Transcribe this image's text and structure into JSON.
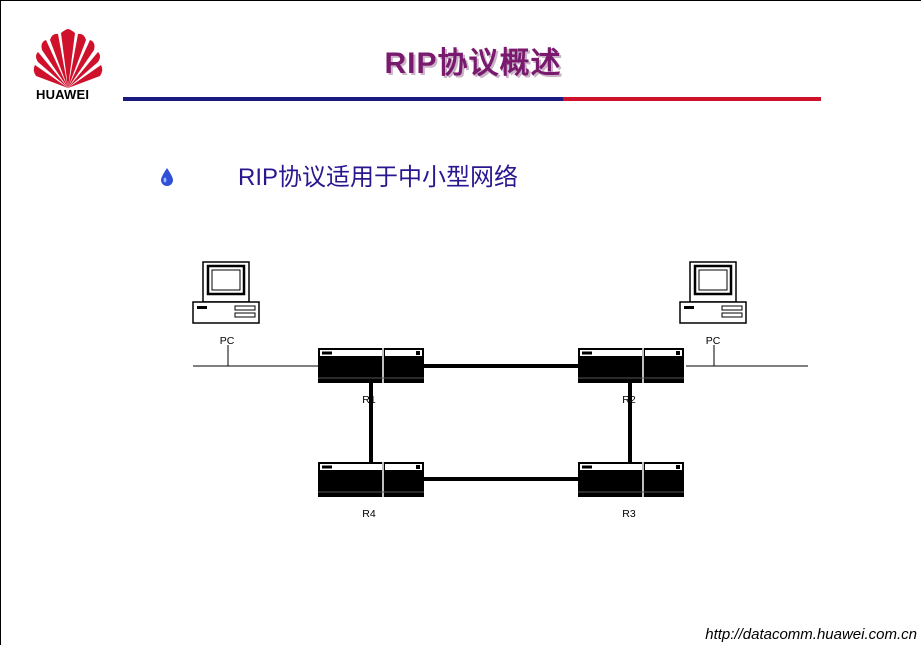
{
  "header": {
    "brand": "HUAWEI",
    "title": "RIP协议概述"
  },
  "content": {
    "bullet_text": "RIP协议适用于中小型网络"
  },
  "diagram": {
    "pcs": [
      {
        "id": "pc-left",
        "label": "PC"
      },
      {
        "id": "pc-right",
        "label": "PC"
      }
    ],
    "routers": [
      {
        "id": "r1",
        "label": "R1"
      },
      {
        "id": "r2",
        "label": "R2"
      },
      {
        "id": "r3",
        "label": "R3"
      },
      {
        "id": "r4",
        "label": "R4"
      }
    ],
    "links": [
      [
        "r1",
        "r2"
      ],
      [
        "r1",
        "r4"
      ],
      [
        "r2",
        "r3"
      ],
      [
        "r4",
        "r3"
      ]
    ]
  },
  "footer": {
    "url": "http://datacomm.huawei.com.cn"
  },
  "colors": {
    "title": "#7a1a6e",
    "rule_blue": "#1a1a80",
    "rule_red": "#d0112b",
    "logo_red": "#d0112b",
    "bullet_blue": "#2b1690"
  }
}
